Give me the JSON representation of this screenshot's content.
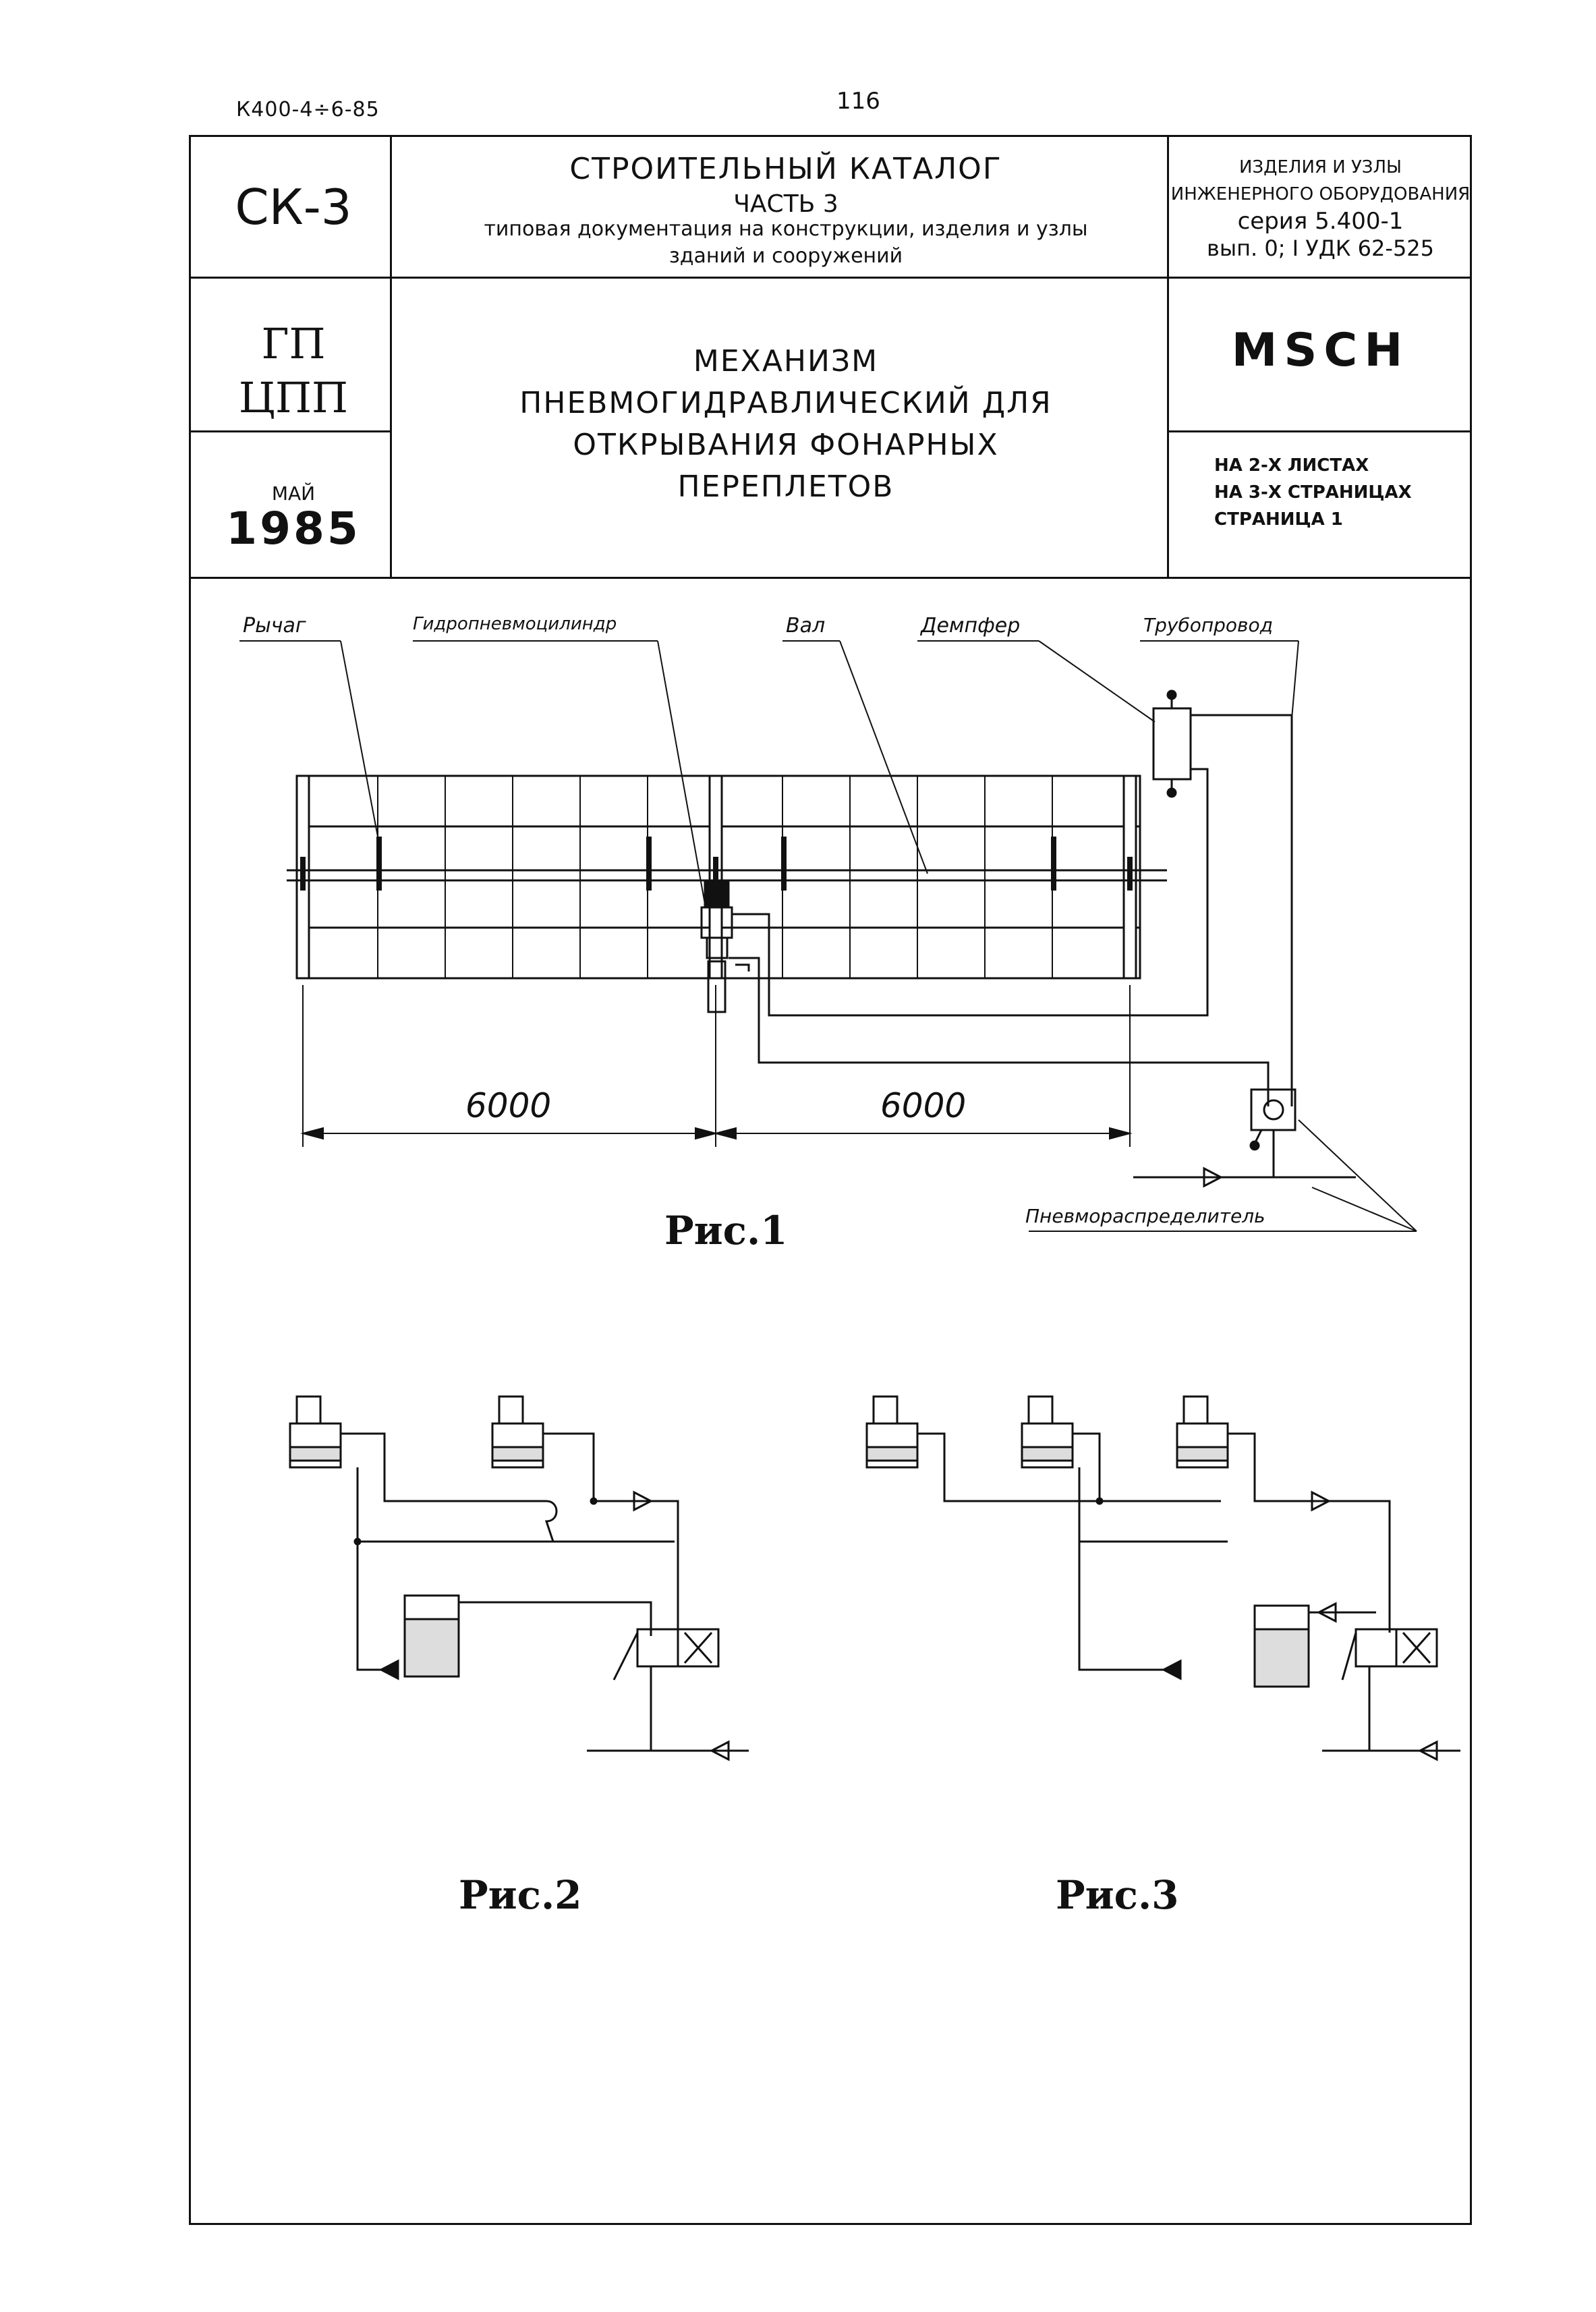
{
  "header": {
    "code": "К400-4÷6-85",
    "page_number": "116"
  },
  "title_block": {
    "catalog_code": "СК-3",
    "catalog_title": "СТРОИТЕЛЬНЫЙ   КАТАЛОГ",
    "catalog_part": "ЧАСТЬ 3",
    "catalog_desc_1": "типовая документация  на конструкции, изделия и узлы",
    "catalog_desc_2": "зданий  и сооружений",
    "section_1": "ИЗДЕЛИЯ И УЗЛЫ",
    "section_2": "ИНЖЕНЕРНОГО ОБОРУДОВАНИЯ",
    "series": "серия  5.400-1",
    "issue": "вып. 0; I   УДК 62-525",
    "org_1": "ГП",
    "org_2": "ЦПП",
    "month": "МАЙ",
    "year": "1985",
    "main_title_1": "МЕХАНИЗМ",
    "main_title_2": "ПНЕВМОГИДРАВЛИЧЕСКИЙ ДЛЯ",
    "main_title_3": "ОТКРЫВАНИЯ  ФОНАРНЫХ",
    "main_title_4": "ПЕРЕПЛЕТОВ",
    "product_code": "MSCH",
    "sheets_1": "НА 2-Х ЛИСТАХ",
    "sheets_2": "НА 3-Х СТРАНИЦАХ",
    "sheets_3": "СТРАНИЦА 1"
  },
  "figure1": {
    "labels": {
      "lever": "Рычаг",
      "cylinder": "Гидропневмоцилиндр",
      "shaft": "Вал",
      "damper": "Демпфер",
      "pipeline": "Трубопровод",
      "distributor": "Пневмораспределитель"
    },
    "dim_left": "6000",
    "dim_right": "6000",
    "caption": "Рис.1"
  },
  "figure2": {
    "caption": "Рис.2"
  },
  "figure3": {
    "caption": "Рис.3"
  }
}
